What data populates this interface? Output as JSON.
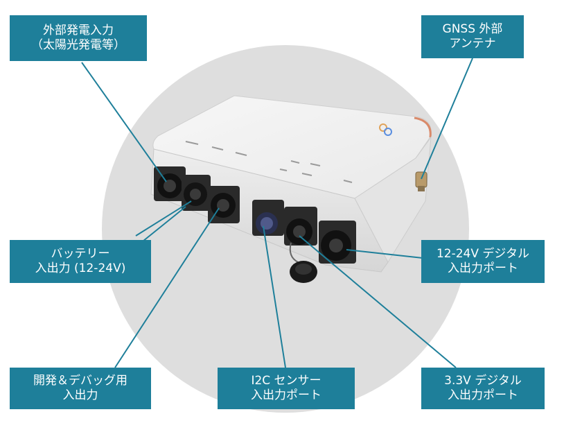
{
  "callouts": {
    "external_power": {
      "line1": "外部発電入力",
      "line2": "（太陽光発電等）"
    },
    "gnss_antenna": {
      "line1": "GNSS 外部",
      "line2": "アンテナ"
    },
    "battery": {
      "line1": "バッテリー",
      "line2": "入出力 (12-24V)"
    },
    "digital_12_24": {
      "line1": "12-24V デジタル",
      "line2": "入出力ポート"
    },
    "dev_debug": {
      "line1": "開発＆デバッグ用",
      "line2": "入出力"
    },
    "i2c_sensor": {
      "line1": "I2C センサー",
      "line2": "入出力ポート"
    },
    "digital_3_3": {
      "line1": "3.3V デジタル",
      "line2": "入出力ポート"
    }
  },
  "colors": {
    "label_bg": "#1e7f9a",
    "label_text": "#ffffff",
    "leader_line": "#1e7f9a",
    "backdrop_circle": "#dedede"
  }
}
